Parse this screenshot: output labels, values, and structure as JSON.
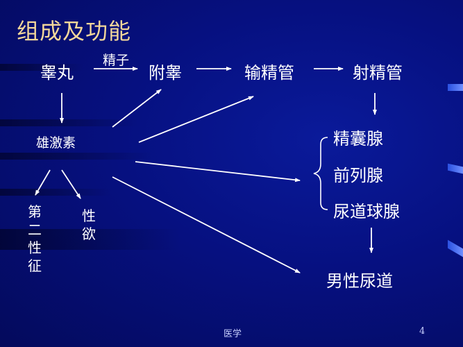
{
  "slide": {
    "title": "组成及功能",
    "nodes": {
      "testis": "睾丸",
      "sperm_label": "精子",
      "epididymis": "附睾",
      "vas_deferens": "输精管",
      "ejaculatory_duct": "射精管",
      "androgen": "雄激素",
      "seminal_vesicle": "精囊腺",
      "prostate": "前列腺",
      "bulbourethral": "尿道球腺",
      "male_urethra": "男性尿道",
      "secondary_sex": "第二性征",
      "libido": "性欲"
    },
    "footer": {
      "center": "医学",
      "page_number": "4"
    }
  },
  "colors": {
    "background": "#061080",
    "title": "#f3d79a",
    "text": "#ffffff",
    "accent": "#4a70ff"
  }
}
